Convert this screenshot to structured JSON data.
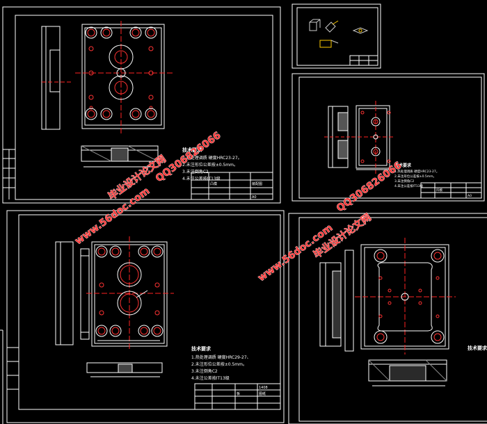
{
  "sheets": {
    "top_left": {
      "tech_notes": {
        "heading": "技术要求",
        "line1": "1.热处理调质  硬度HRC23-27。",
        "line2": "2.未注形位公差按±0.5mm。",
        "line3": "3.未注倒角C2",
        "line4": "4.未注公差按IT13级"
      },
      "title_block": {
        "part": "凸模",
        "material": "装配图",
        "scale": "A0"
      }
    },
    "right_mid": {
      "tech_notes": {
        "heading": "技术要求",
        "line1": "1.热处理调质  硬度HRC23-27。",
        "line2": "2.未注形位公差按±0.5mm。",
        "line3": "3.未注倒角C2",
        "line4": "4.未注公差按IT13级"
      },
      "title_block": {
        "part": "凹模",
        "scale": "A0"
      }
    },
    "bottom_left": {
      "tech_notes": {
        "heading": "技术要求",
        "line1": "1.热处理调质  硬度HRC29-27、",
        "line2": "2.未注形位公差按±0.5mm。",
        "line3": "3.未注倒角C2",
        "line4": "4.未注公差按IT13级"
      },
      "title_block": {
        "part": "板",
        "material": "1408",
        "scale": "图纸"
      }
    },
    "bottom_right": {
      "tech_notes": {
        "heading": "技术要求"
      }
    }
  },
  "watermarks": {
    "site": "www.56doc.com",
    "name": "毕业设计论文网",
    "qq": "QQ306826066"
  },
  "colors": {
    "background": "#000000",
    "line": "#ffffff",
    "center_line": "#ff2020",
    "hole": "#ff3030",
    "watermark": "#ff3b3b"
  }
}
